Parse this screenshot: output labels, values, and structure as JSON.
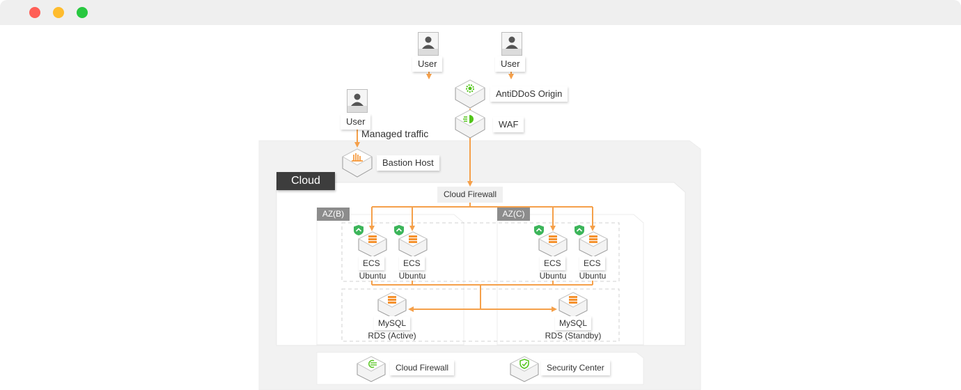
{
  "window": {
    "controls": [
      {
        "name": "close",
        "color": "#ff5f57"
      },
      {
        "name": "minimize",
        "color": "#febc2e"
      },
      {
        "name": "maximize",
        "color": "#28c840"
      }
    ]
  },
  "colors": {
    "connector": "#f5a04a",
    "icon_orange": "#f5922f",
    "icon_green": "#52c41a",
    "shield_green": "#3cb55a",
    "cloud_header_bg": "#3d3d3d",
    "az_header_bg": "#8c8c8c"
  },
  "diagram": {
    "users": [
      {
        "id": "user-1",
        "label": "User"
      },
      {
        "id": "user-2",
        "label": "User"
      },
      {
        "id": "user-3",
        "label": "User"
      }
    ],
    "managed_traffic_label": "Managed traffic",
    "edge_services": [
      {
        "id": "antiddos",
        "label": "AntiDDoS Origin",
        "icon": "antiddos-icon"
      },
      {
        "id": "waf",
        "label": "WAF",
        "icon": "waf-icon"
      }
    ],
    "bastion": {
      "label": "Bastion Host",
      "icon": "bastion-icon"
    },
    "cloud": {
      "title": "Cloud",
      "firewall_label": "Cloud Firewall",
      "zones": [
        {
          "title": "AZ(B)",
          "ecs": [
            {
              "name": "ECS",
              "os": "Ubuntu"
            },
            {
              "name": "ECS",
              "os": "Ubuntu"
            }
          ],
          "rds": {
            "name": "MySQL",
            "role": "RDS (Active)"
          }
        },
        {
          "title": "AZ(C)",
          "ecs": [
            {
              "name": "ECS",
              "os": "Ubuntu"
            },
            {
              "name": "ECS",
              "os": "Ubuntu"
            }
          ],
          "rds": {
            "name": "MySQL",
            "role": "RDS (Standby)"
          }
        }
      ],
      "security_services": [
        {
          "label": "Cloud Firewall",
          "icon": "cloud-firewall-icon"
        },
        {
          "label": "Security Center",
          "icon": "security-center-icon"
        }
      ]
    }
  }
}
